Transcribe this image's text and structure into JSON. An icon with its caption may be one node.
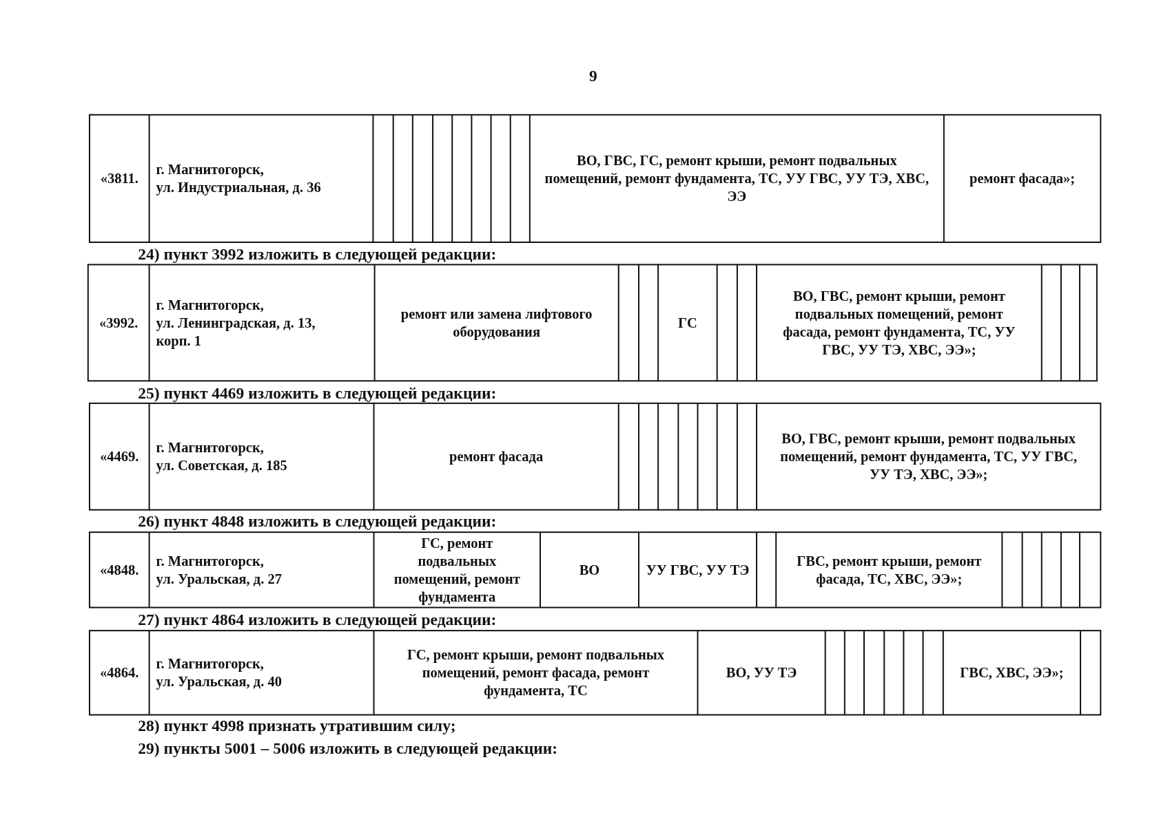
{
  "diagram": {
    "labels": [
      "9",
      "«3811.",
      "г. Магнитогорск,",
      "ул. Индустриальная, д. 36",
      "ВО, ГВС, ГС, ремонт крыши, ремонт подвальных помещений, ремонт фундамента, ТС, УУ ГВС, УУ ТЭ, ХВС, ЭЭ",
      "ремонт фасада»;",
      "24) пункт 3992 изложить в следующей редакции:",
      "«3992.",
      "г. Магнитогорск,",
      "ул. Ленинградская, д. 13, корп. 1",
      "ремонт или замена лифтового оборудования",
      "ГС",
      "ВО, ГВС, ремонт крыши, ремонт подвальных помещений, ремонт фасада, ремонт фундамента, ТС, УУ ГВС, УУ ТЭ, ХВС, ЭЭ»;",
      "25) пункт 4469 изложить в следующей редакции:",
      "«4469.",
      "г. Магнитогорск,",
      "ул. Советская, д. 185",
      "ремонт фасада",
      "ВО, ГВС, ремонт крыши, ремонт подвальных помещений, ремонт фундамента, ТС, УУ ГВС, УУ ТЭ, ХВС, ЭЭ»;",
      "26) пункт 4848 изложить в следующей редакции:",
      "«4848.",
      "г. Магнитогорск,",
      "ул. Уральская, д. 27",
      "ГС, ремонт подвальных помещений, ремонт фундамента",
      "ВО",
      "УУ ГВС, УУ ТЭ",
      "ГВС, ремонт крыши, ремонт фасада, ТС, ХВС, ЭЭ»;",
      "27) пункт 4864 изложить в следующей редакции:",
      "«4864.",
      "г. Магнитогорск,",
      "ул. Уральская, д. 40",
      "ГС, ремонт крыши, ремонт подвальных помещений, ремонт фасада, ремонт фундамента, ТС",
      "ВО, УУ ТЭ",
      "ГВС, ХВС, ЭЭ»;",
      "28) пункт 4998 признать утратившим силу;",
      "29) пункты 5001 – 5006 изложить в следующей редакции:"
    ]
  }
}
